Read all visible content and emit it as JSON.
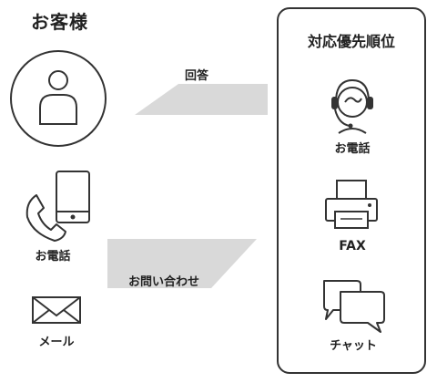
{
  "left_heading": "お客様",
  "right_heading": "対応優先順位",
  "arrows": {
    "answer_label": "回答",
    "inquiry_label": "お問い合わせ"
  },
  "customer_channels": {
    "phone_label": "お電話",
    "mail_label": "メール"
  },
  "priority_list": [
    {
      "label": "お電話",
      "icon": "headset-operator-icon"
    },
    {
      "label": "FAX",
      "icon": "fax-printer-icon"
    },
    {
      "label": "チャット",
      "icon": "chat-bubbles-icon"
    }
  ],
  "colors": {
    "stroke": "#333333",
    "arrow_fill": "#d9d9d9",
    "text": "#222222"
  }
}
